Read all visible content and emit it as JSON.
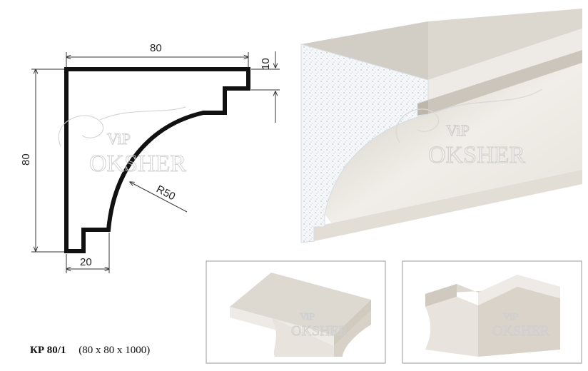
{
  "drawing": {
    "dim_width": "80",
    "dim_top": "10",
    "dim_height": "80",
    "dim_bottom": "20",
    "radius": "R50"
  },
  "watermark": {
    "line1": "ViP",
    "line2": "OKSHER"
  },
  "caption": {
    "code": "КР 80/1",
    "size": "(80 x 80 x 1000)"
  },
  "colors": {
    "profile_stroke": "#111111",
    "moulding_face": "#e9e5df",
    "moulding_shadow": "#cfc9c0",
    "foam_cut": "#f2f5f7",
    "dimension_line": "#333333"
  }
}
